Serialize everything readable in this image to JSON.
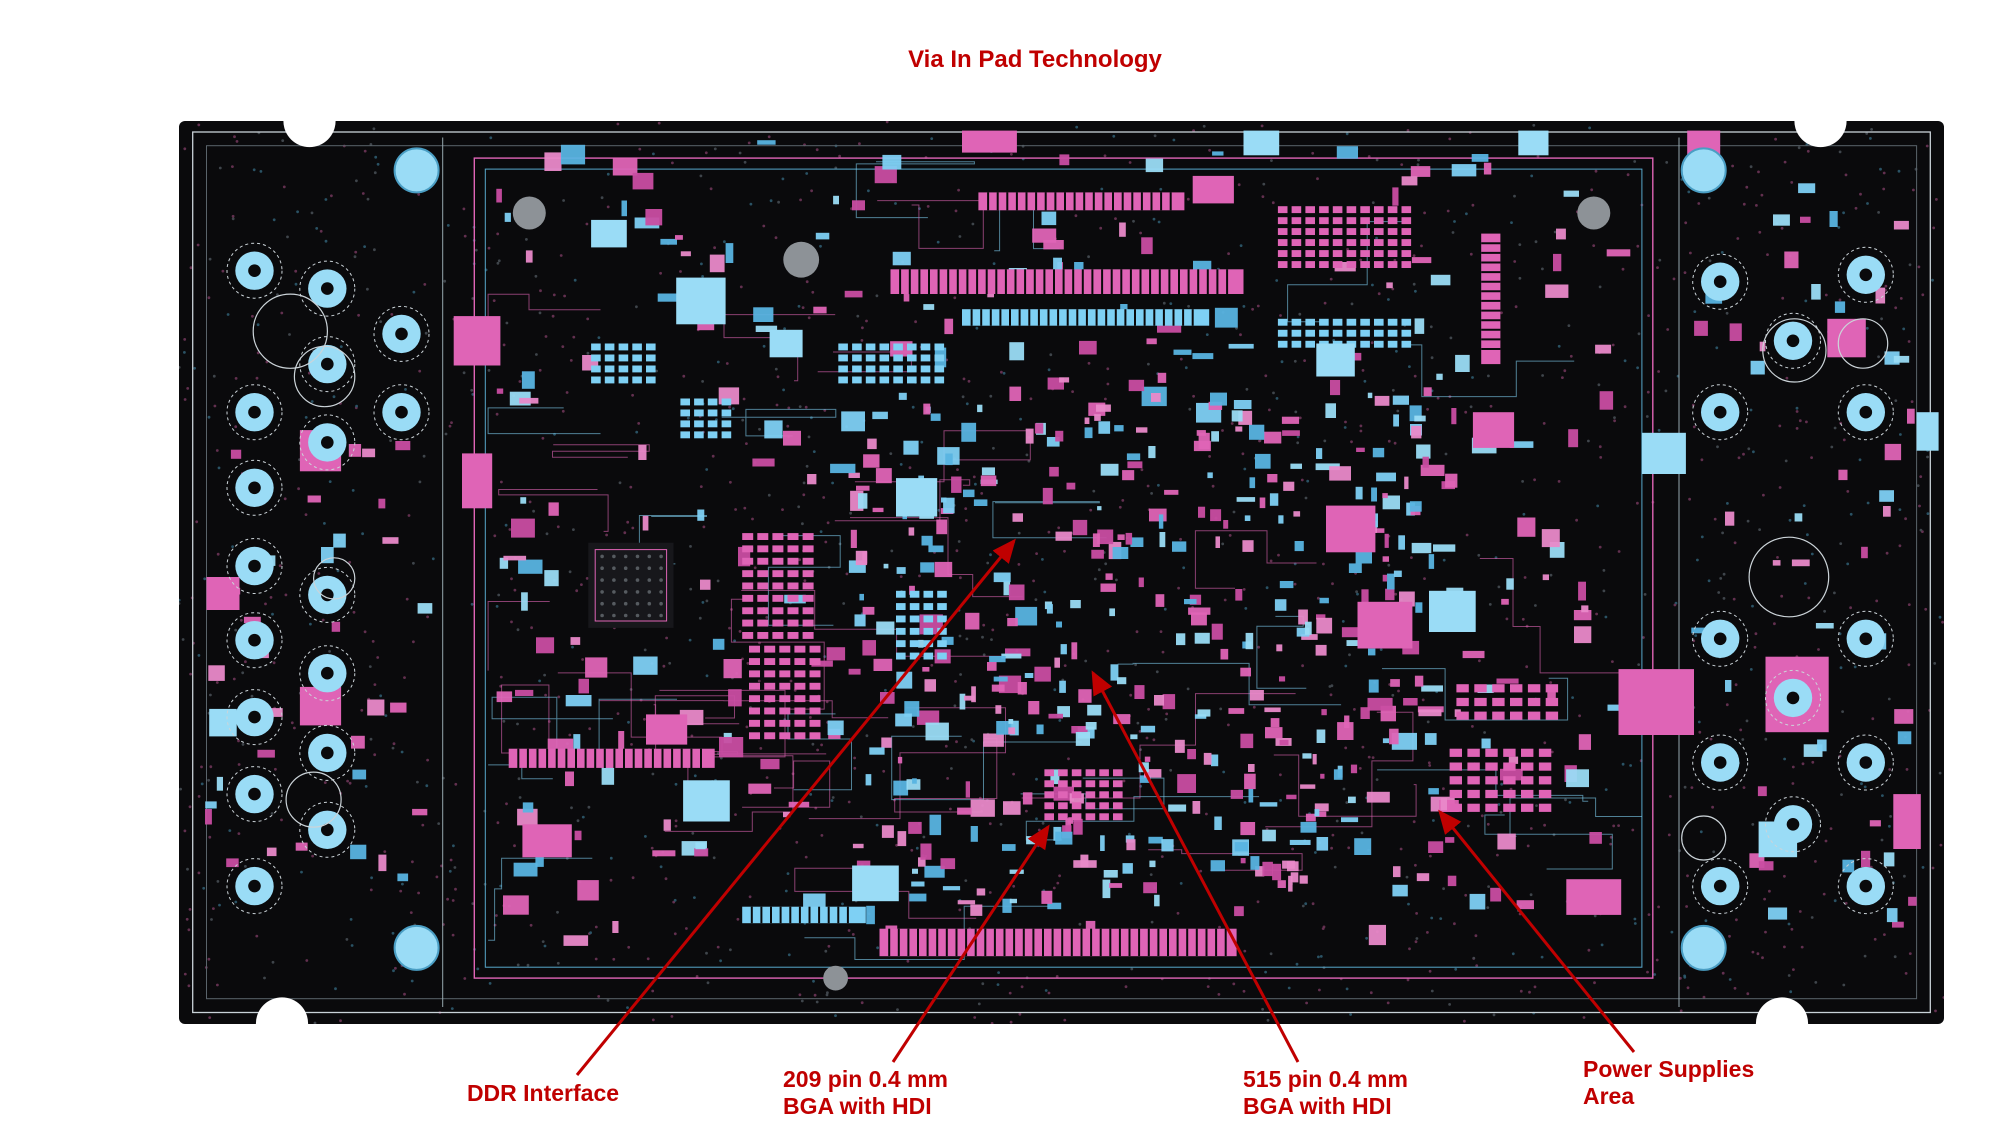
{
  "title": "Via In Pad Technology",
  "colors": {
    "annotation_red": "#c00000",
    "pcb_pink": "#df64b6",
    "pcb_cyan": "#7ed0f4",
    "board_black": "#0a0a0c"
  },
  "annotations": {
    "ddr": {
      "line1": "DDR Interface"
    },
    "bga209": {
      "line1": "209 pin 0.4 mm",
      "line2": "BGA with HDI"
    },
    "bga515": {
      "line1": "515 pin 0.4 mm",
      "line2": "BGA with HDI"
    },
    "power": {
      "line1": "Power Supplies",
      "line2": "Area"
    }
  }
}
